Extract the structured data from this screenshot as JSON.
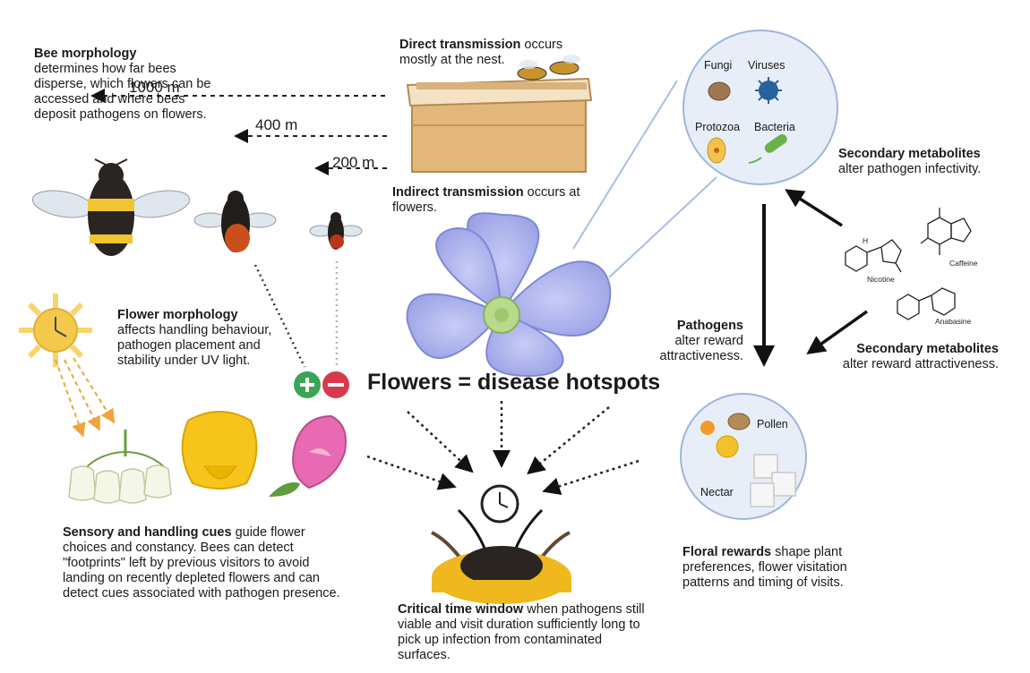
{
  "morphology": {
    "bold": "Bee morphology",
    "rest": "determines how far bees disperse, which flowers can be accessed and where bees deposit pathogens on flowers."
  },
  "distances": [
    "1000 m",
    "400  m",
    "200 m"
  ],
  "direct": {
    "bold": "Direct transmission",
    "rest": " occurs mostly at the nest."
  },
  "indirect": {
    "bold": "Indirect transmission",
    "rest": " occurs at flowers."
  },
  "pathogen_types": [
    "Fungi",
    "Viruses",
    "Protozoa",
    "Bacteria"
  ],
  "sec_infectivity": {
    "bold": "Secondary metabolites",
    "rest": " alter pathogen infectivity."
  },
  "compounds": [
    "Nicotine",
    "Caffeine",
    "Anabasine"
  ],
  "pathogens_reward": {
    "bold": "Pathogens",
    "rest": "alter reward attractiveness."
  },
  "sec_reward": {
    "bold": "Secondary metabolites",
    "rest": "alter reward attractiveness."
  },
  "flower_morph": {
    "bold": "Flower morphology",
    "rest": " affects handling behaviour,  pathogen placement and stability under UV light."
  },
  "headline": "Flowers = disease hotspots",
  "reward_types": [
    "Pollen",
    "Nectar"
  ],
  "sensory": {
    "bold": "Sensory and handling cues",
    "rest": "  guide flower choices and constancy. Bees can detect \"footprints\" left by previous visitors to avoid landing on recently depleted flowers and can detect cues associated with pathogen presence."
  },
  "rewards_caption": {
    "bold": "Floral rewards",
    "rest": " shape plant preferences, flower visitation patterns and timing of visits."
  },
  "critical": {
    "bold": "Critical time window",
    "rest": " when pathogens still viable and visit duration sufficiently long to pick up infection from contaminated surfaces."
  },
  "colors": {
    "flower": "#a9b0ec",
    "sun": "#f2c94c",
    "plus": "#3aa655",
    "minus": "#d9394d",
    "circle_fill": "#e8eef8",
    "circle_stroke": "#9fb6dc"
  }
}
